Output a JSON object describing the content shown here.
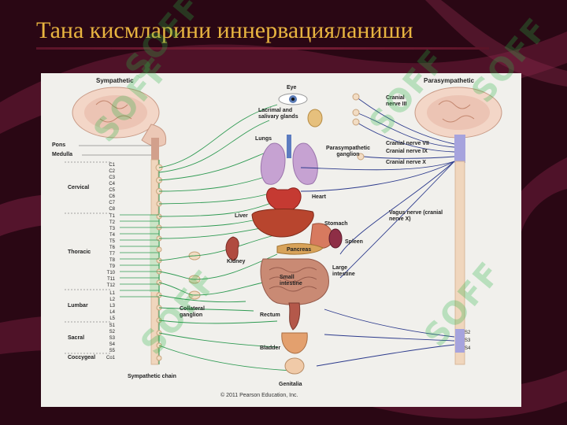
{
  "slide": {
    "title": "Тана кисмларини иннервацияланиши"
  },
  "colors": {
    "background": "#2a0714",
    "title": "#e8b440",
    "sympathetic_fiber": "#2e9a52",
    "parasympathetic_fiber": "#2c3a8c"
  },
  "figure": {
    "sympathetic_heading": "Sympathetic",
    "parasympathetic_heading": "Parasympathetic",
    "brainstem_labels": [
      "Pons",
      "Medulla"
    ],
    "regions": [
      "Cervical",
      "Thoracic",
      "Lumbar",
      "Sacral",
      "Coccygeal"
    ],
    "spinal_segments": [
      "C1",
      "C2",
      "C3",
      "C4",
      "C5",
      "C6",
      "C7",
      "C8",
      "T1",
      "T2",
      "T3",
      "T4",
      "T5",
      "T6",
      "T7",
      "T8",
      "T9",
      "T10",
      "T11",
      "T12",
      "L1",
      "L2",
      "L3",
      "L4",
      "L5",
      "S1",
      "S2",
      "S3",
      "S4",
      "S5",
      "Co1"
    ],
    "sacral_right": [
      "S2",
      "S3",
      "S4"
    ],
    "organs": {
      "eye": "Eye",
      "lacrimal": "Lacrimal and salivary glands",
      "lungs": "Lungs",
      "heart": "Heart",
      "liver": "Liver",
      "stomach": "Stomach",
      "spleen": "Spleen",
      "pancreas": "Pancreas",
      "kidney": "Kidney",
      "small_intestine": "Small intestine",
      "large_intestine": "Large intestine",
      "rectum": "Rectum",
      "bladder": "Bladder",
      "genitalia": "Genitalia"
    },
    "ganglia": {
      "parasympathetic": "Parasympathetic ganglion",
      "collateral": "Collateral ganglion",
      "chain": "Sympathetic chain"
    },
    "cranial_nerves": {
      "iii": "Cranial nerve III",
      "vii": "Cranial nerve VII",
      "ix": "Cranial nerve IX",
      "x": "Cranial nerve X",
      "vagus": "Vagus nerve (cranial nerve X)"
    },
    "copyright": "© 2011 Pearson Education, Inc."
  },
  "watermark": {
    "text": "SOFF"
  }
}
